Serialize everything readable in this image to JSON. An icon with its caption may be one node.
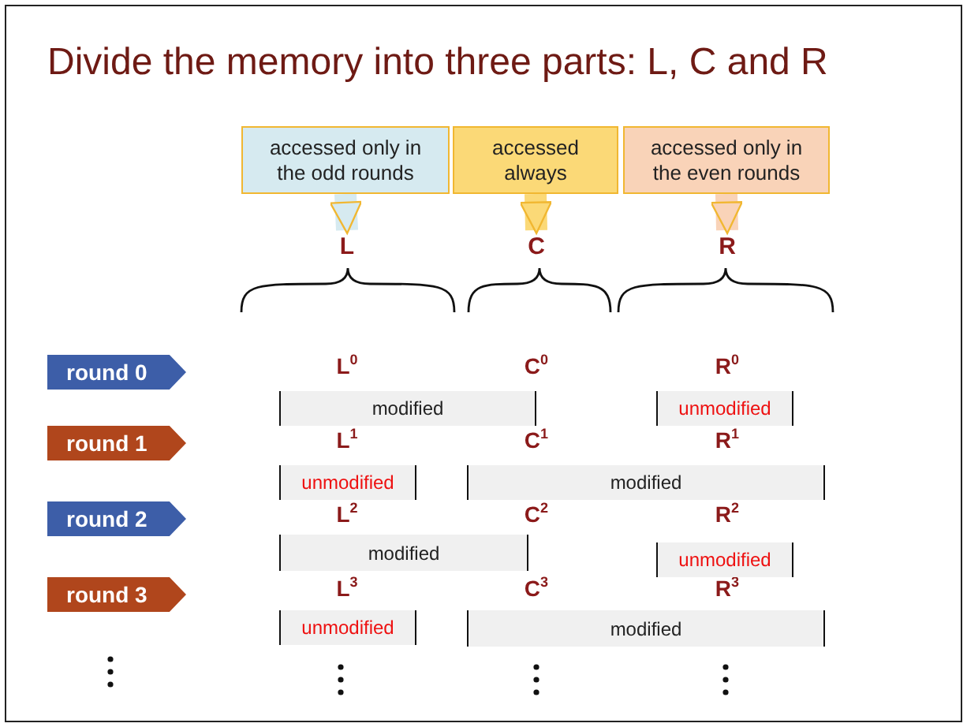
{
  "diagram": {
    "title": "Divide the memory into three parts: L, C and R",
    "nodes": [
      {
        "text": [
          "accessed only in the odd rounds"
        ]
      },
      {
        "text": [
          "accessed always"
        ]
      },
      {
        "text": [
          "accessed only in the even rounds"
        ]
      },
      {
        "text": [
          "L"
        ]
      },
      {
        "text": [
          "C"
        ]
      },
      {
        "text": [
          "R"
        ]
      },
      {
        "text": [
          "round 0"
        ]
      },
      {
        "text": [
          "modified"
        ]
      },
      {
        "text": [
          "unmodified"
        ]
      },
      {
        "text": [
          "round 1"
        ]
      },
      {
        "text": [
          "unmodified"
        ]
      },
      {
        "text": [
          "modified"
        ]
      },
      {
        "text": [
          "round 2"
        ]
      },
      {
        "text": [
          "modified"
        ]
      },
      {
        "text": [
          "unmodified"
        ]
      },
      {
        "text": [
          "round 3"
        ]
      },
      {
        "text": [
          "unmodified"
        ]
      },
      {
        "text": [
          "modified"
        ]
      }
    ],
    "edges": [
      {
        "from": 0,
        "to": 3,
        "arrow": "to",
        "color": "#d6eaf0"
      },
      {
        "from": 1,
        "to": 4,
        "arrow": "to",
        "color": "#fbd977"
      },
      {
        "from": 2,
        "to": 5,
        "arrow": "to",
        "color": "#f9d3b8"
      }
    ],
    "labels": [
      "L$^{0}$",
      "C$^{0}$",
      "R$^{0}$",
      "L$^{1}$",
      "C$^{1}$",
      "R$^{1}$",
      "L$^{2}$",
      "C$^{2}$",
      "R$^{2}$",
      "L$^{3}$",
      "C$^{3}$",
      "R$^{3}$"
    ]
  }
}
